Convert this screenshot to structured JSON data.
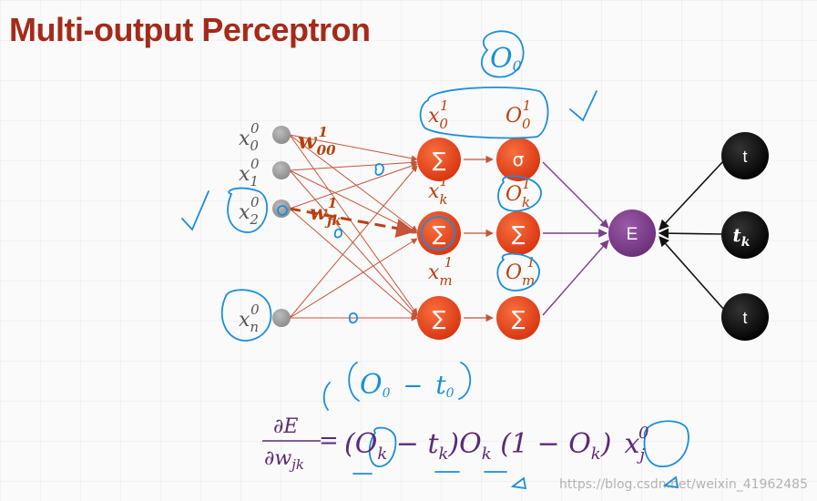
{
  "title": "Multi-output Perceptron",
  "inputs": [
    {
      "base": "x",
      "sub": "0",
      "sup": "0"
    },
    {
      "base": "x",
      "sub": "1",
      "sup": "0"
    },
    {
      "base": "x",
      "sub": "2",
      "sup": "0"
    },
    {
      "base": "x",
      "sub": "n",
      "sup": "0"
    }
  ],
  "weights": {
    "w00": {
      "base": "w",
      "sub": "00",
      "sup": "1"
    },
    "wjk": {
      "base": "w",
      "sub": "jk",
      "sup": "1"
    }
  },
  "hidden_labels": [
    {
      "base": "x",
      "sub": "0",
      "sup": "1"
    },
    {
      "base": "x",
      "sub": "k",
      "sup": "1"
    },
    {
      "base": "x",
      "sub": "m",
      "sup": "1"
    }
  ],
  "output_labels": [
    {
      "base": "O",
      "sub": "0",
      "sup": "1"
    },
    {
      "base": "O",
      "sub": "k",
      "sup": "1"
    },
    {
      "base": "O",
      "sub": "m",
      "sup": "1"
    }
  ],
  "sum_nodes": [
    "∑",
    "∑",
    "∑"
  ],
  "activation_nodes": [
    "σ",
    "∑",
    "∑"
  ],
  "error_node": "E",
  "target_nodes": [
    "t",
    "t",
    "t"
  ],
  "target_k_sub": "k",
  "annotations": {
    "o0_top": "O",
    "o0_top_sub": "0",
    "o_minus_t": "O",
    "o_minus_t_sub": "0",
    "o_minus_t_minus": "−",
    "o_minus_t_t": "t",
    "o_minus_t_t_sub": "0",
    "edge_zero": "0",
    "edge_zero_2": "0"
  },
  "formula": {
    "numerator": "∂E",
    "denominator": "∂w",
    "denominator_sub": "jk",
    "equals": "=",
    "term1": "(O",
    "term1_sub": "k",
    "term1_rest": " − t",
    "term1_rest_sub": "k",
    "term2_open": ")O",
    "term2_sub": "k",
    "term3": " (1 − O",
    "term3_sub": "k",
    "term3_close": ")",
    "term4": "x",
    "term4_sub": "j",
    "term4_sup": "0"
  },
  "watermark": "https://blog.csdn.net/weixin_41962485",
  "colors": {
    "title": "#a52a1a",
    "node_orange": "#e8401c",
    "node_purple": "#7a3f86",
    "node_black": "#111111",
    "input_gray": "#9a9a9a",
    "annotation_blue": "#1a8ed8",
    "label_red": "#b8400f",
    "edge_red": "#c4553a",
    "edge_purple": "#7a3f86",
    "formula_purple": "#5a2a78"
  }
}
